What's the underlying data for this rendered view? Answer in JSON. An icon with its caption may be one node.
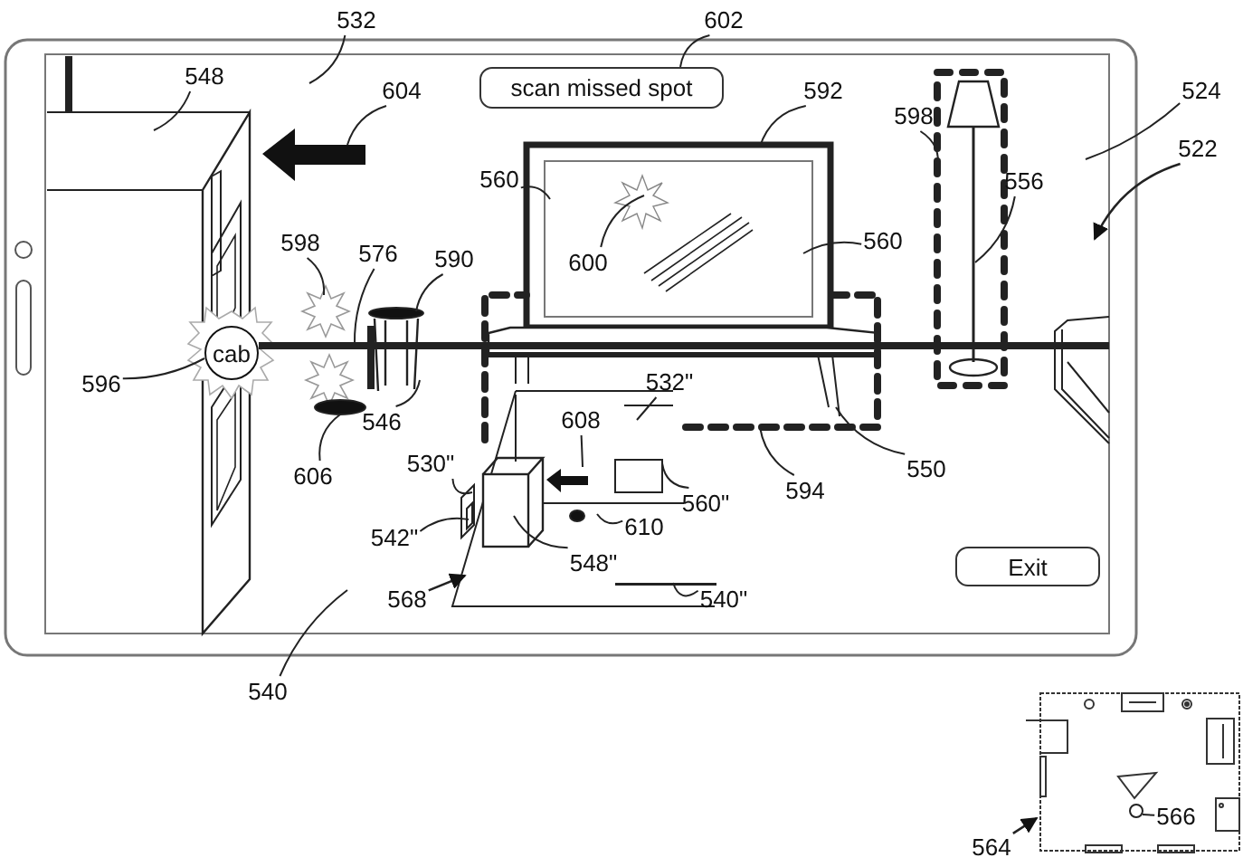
{
  "diagram": {
    "nodes": [
      {
        "text": [
          "532"
        ]
      },
      {
        "text": [
          "602"
        ]
      },
      {
        "text": [
          "scan missed spot"
        ]
      },
      {
        "text": [
          "548"
        ]
      },
      {
        "text": [
          "604"
        ]
      },
      {
        "text": [
          "592"
        ]
      },
      {
        "text": [
          "598"
        ]
      },
      {
        "text": [
          "524"
        ]
      },
      {
        "text": [
          "522"
        ]
      },
      {
        "text": [
          "556"
        ]
      },
      {
        "text": [
          "560"
        ]
      },
      {
        "text": [
          "560"
        ]
      },
      {
        "text": [
          "600"
        ]
      },
      {
        "text": [
          "598"
        ]
      },
      {
        "text": [
          "576"
        ]
      },
      {
        "text": [
          "590"
        ]
      },
      {
        "text": [
          "cab"
        ]
      },
      {
        "text": [
          "596"
        ]
      },
      {
        "text": [
          "546"
        ]
      },
      {
        "text": [
          "532\""
        ]
      },
      {
        "text": [
          "606"
        ]
      },
      {
        "text": [
          "608"
        ]
      },
      {
        "text": [
          "530\""
        ]
      },
      {
        "text": [
          "594"
        ]
      },
      {
        "text": [
          "550"
        ]
      },
      {
        "text": [
          "560\""
        ]
      },
      {
        "text": [
          "610"
        ]
      },
      {
        "text": [
          "542\""
        ]
      },
      {
        "text": [
          "548\""
        ]
      },
      {
        "text": [
          "568"
        ]
      },
      {
        "text": [
          "540\""
        ]
      },
      {
        "text": [
          "Exit"
        ]
      },
      {
        "text": [
          "540"
        ]
      },
      {
        "text": [
          "564"
        ]
      },
      {
        "text": [
          "566"
        ]
      },
      {
        "text": [],
        "shape": "ellipse"
      },
      {
        "text": [],
        "shape": "box"
      },
      {
        "text": [],
        "shape": "bar"
      },
      {
        "text": [],
        "shape": "box",
        "in": 36
      },
      {
        "text": [],
        "shape": "circle"
      },
      {
        "text": [],
        "shape": "box"
      },
      {
        "text": [],
        "shape": "bar"
      },
      {
        "text": [],
        "shape": "picture",
        "in": 40
      },
      {
        "text": [],
        "shape": "star"
      }
    ],
    "edges": [
      {
        "from": 0,
        "to": null,
        "arrow": "none"
      },
      {
        "from": 1,
        "to": 2,
        "arrow": "none"
      },
      {
        "from": 3,
        "to": null,
        "arrow": "none"
      },
      {
        "from": 4,
        "to": null,
        "arrow": "none"
      },
      {
        "from": 5,
        "to": null,
        "arrow": "none"
      },
      {
        "from": 6,
        "to": 40,
        "arrow": "none"
      },
      {
        "from": 7,
        "to": null,
        "arrow": "none"
      },
      {
        "from": 8,
        "to": null,
        "arrow": "to"
      },
      {
        "from": 9,
        "to": 42,
        "arrow": "none"
      },
      {
        "from": 10,
        "to": null,
        "arrow": "none"
      },
      {
        "from": 11,
        "to": null,
        "arrow": "none"
      },
      {
        "from": 12,
        "to": null,
        "arrow": "none"
      },
      {
        "from": 13,
        "to": 43,
        "arrow": "none"
      },
      {
        "from": 14,
        "to": 37,
        "arrow": "none"
      },
      {
        "from": 15,
        "to": null,
        "arrow": "none"
      },
      {
        "from": 17,
        "to": 16,
        "arrow": "none"
      },
      {
        "from": 18,
        "to": null,
        "arrow": "none"
      },
      {
        "from": 19,
        "to": null,
        "arrow": "none"
      },
      {
        "from": 20,
        "to": 35,
        "arrow": "none"
      },
      {
        "from": 21,
        "to": null,
        "arrow": "none"
      },
      {
        "from": 22,
        "to": 36,
        "arrow": "none"
      },
      {
        "from": 23,
        "to": null,
        "arrow": "none"
      },
      {
        "from": 24,
        "to": null,
        "arrow": "none"
      },
      {
        "from": 25,
        "to": null,
        "arrow": "none"
      },
      {
        "from": 26,
        "to": null,
        "arrow": "none"
      },
      {
        "from": 27,
        "to": 38,
        "arrow": "none"
      },
      {
        "from": 28,
        "to": null,
        "arrow": "none"
      },
      {
        "from": 29,
        "to": null,
        "arrow": "to"
      },
      {
        "from": 30,
        "to": 41,
        "arrow": "none"
      },
      {
        "from": 32,
        "to": null,
        "arrow": "none"
      },
      {
        "from": 33,
        "to": null,
        "arrow": "to"
      },
      {
        "from": 34,
        "to": 39,
        "arrow": "none"
      }
    ]
  }
}
